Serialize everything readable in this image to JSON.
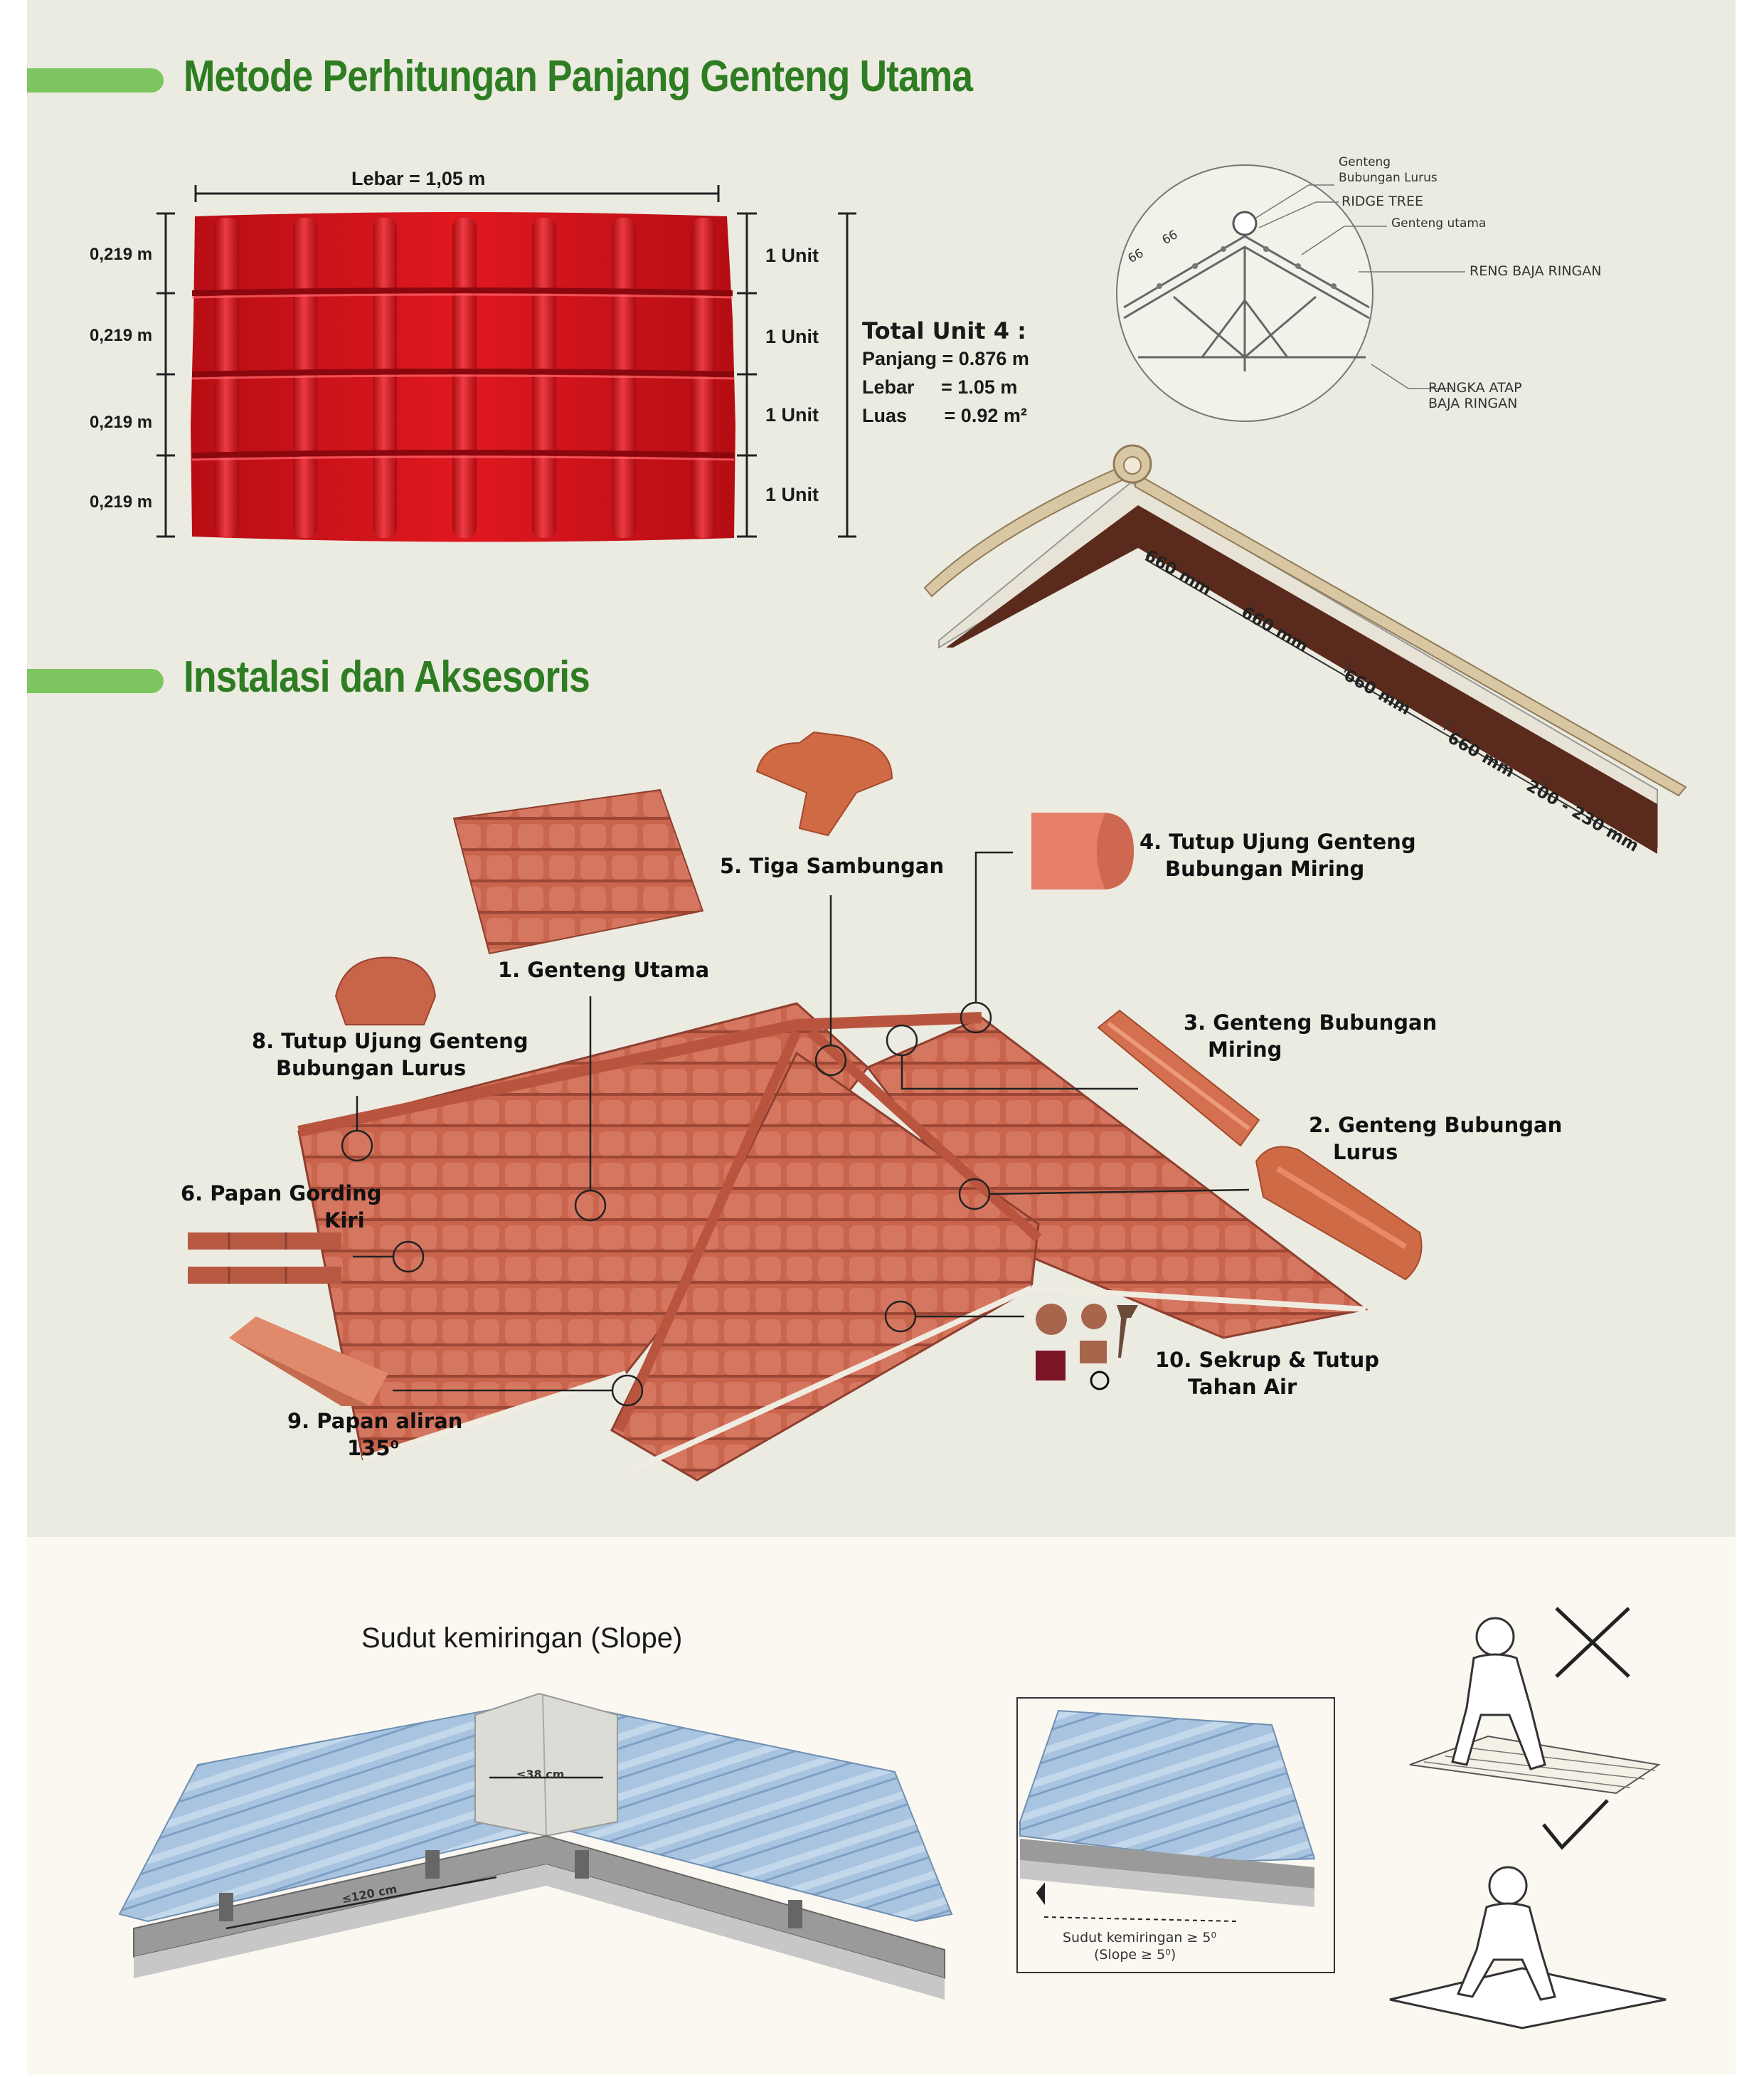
{
  "section1": {
    "title": "Metode Perhitungan Panjang Genteng Utama",
    "width_label": "Lebar = 1,05 m",
    "row_heights": [
      "0,219 m",
      "0,219 m",
      "0,219 m",
      "0,219 m"
    ],
    "unit_labels": [
      "1 Unit",
      "1 Unit",
      "1 Unit",
      "1 Unit"
    ],
    "total": {
      "title": "Total Unit 4 :",
      "panjang": "Panjang = 0.876 m",
      "lebar": "Lebar     = 1.05 m",
      "luas": "Luas       = 0.92 m²"
    }
  },
  "ridge_diagram": {
    "labels": {
      "genteng_bubungan_1": "Genteng",
      "genteng_bubungan_2": "Bubungan Lurus",
      "ridge_tree": "RIDGE TREE",
      "genteng_utama": "Genteng utama",
      "reng": "RENG BAJA RINGAN",
      "rangka_1": "RANGKA ATAP",
      "rangka_2": "BAJA RINGAN",
      "dim_a": "66",
      "dim_b": "66"
    },
    "spacings": [
      "660 mm",
      "660 mm",
      "660 mm",
      "660 mm",
      "200 - 230 mm"
    ]
  },
  "section2": {
    "title": "Instalasi dan Aksesoris",
    "callouts": {
      "c1": "1. Genteng Utama",
      "c5": "5. Tiga Sambungan",
      "c4_1": "4. Tutup Ujung Genteng",
      "c4_2": "Bubungan Miring",
      "c8_1": "8. Tutup Ujung Genteng",
      "c8_2": "Bubungan Lurus",
      "c3_1": "3. Genteng Bubungan",
      "c3_2": "Miring",
      "c2_1": "2. Genteng Bubungan",
      "c2_2": "Lurus",
      "c6_1": "6. Papan Gording",
      "c6_2": "Kiri",
      "c9_1": "9. Papan aliran",
      "c9_2": "135⁰",
      "c10_1": "10. Sekrup & Tutup",
      "c10_2": "Tahan Air"
    }
  },
  "section3": {
    "slope_title": "Sudut kemiringan (Slope)",
    "dim_top": "≤38 cm",
    "dim_side": "≤120 cm",
    "inset_1": "Sudut kemiringan ≥ 5⁰",
    "inset_2": "(Slope ≥ 5⁰)"
  },
  "colors": {
    "title_green": "#2e7d22",
    "bar_green": "#7cc55f",
    "tile_red": "#d8141c",
    "tile_terracotta": "#c5604a",
    "panel_bg": "#ecebe2",
    "sheet_blue": "#a9c4e0"
  }
}
